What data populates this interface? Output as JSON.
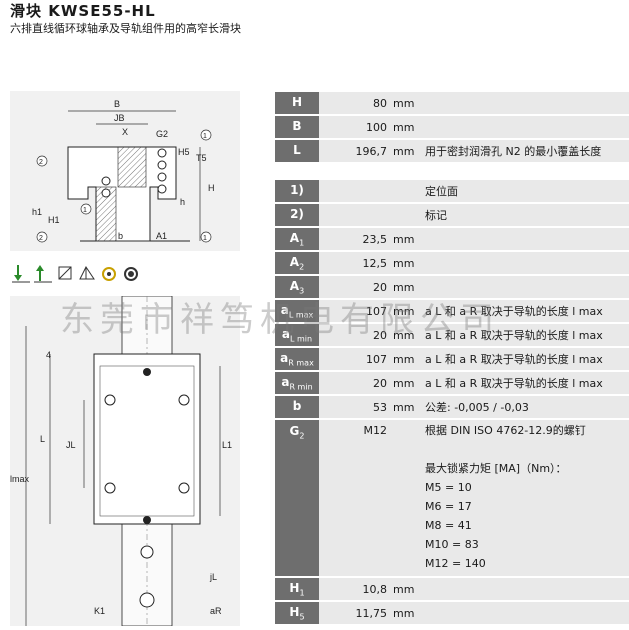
{
  "header": {
    "title": "滑块  KWSE55-HL",
    "subtitle": "六排直线循环球轴承及导轨组件用的高窄长滑块"
  },
  "watermark": "东莞市祥笃机电有限公司",
  "icons": [
    "load-icon",
    "load-reverse-icon",
    "gear-icon",
    "lubrication-icon",
    "seal-icon",
    "bearing-icon"
  ],
  "drawing_top": {
    "labels": [
      "B",
      "JB",
      "X",
      "G2",
      "H5",
      "T5",
      "H",
      "h",
      "h1",
      "H1",
      "A1",
      "b",
      "2",
      "2",
      "1",
      "1",
      "1"
    ]
  },
  "drawing_bottom": {
    "labels": [
      "4",
      "L",
      "JL",
      "L1",
      "lmax",
      "jL",
      "aR",
      "K1"
    ]
  },
  "rows": [
    {
      "sym": "H",
      "sub": "",
      "sub_suffix": "",
      "val": "80",
      "unit": "mm",
      "desc": ""
    },
    {
      "sym": "B",
      "sub": "",
      "sub_suffix": "",
      "val": "100",
      "unit": "mm",
      "desc": ""
    },
    {
      "sym": "L",
      "sub": "",
      "sub_suffix": "",
      "val": "196,7",
      "unit": "mm",
      "desc": "用于密封润滑孔  N2 的最小覆盖长度"
    },
    {
      "spacer": true
    },
    {
      "sym": "1)",
      "sub": "",
      "sub_suffix": "",
      "val": "",
      "unit": "",
      "desc": "定位面"
    },
    {
      "sym": "2)",
      "sub": "",
      "sub_suffix": "",
      "val": "",
      "unit": "",
      "desc": "标记"
    },
    {
      "sym": "A",
      "sub": "1",
      "sub_suffix": "",
      "val": "23,5",
      "unit": "mm",
      "desc": ""
    },
    {
      "sym": "A",
      "sub": "2",
      "sub_suffix": "",
      "val": "12,5",
      "unit": "mm",
      "desc": ""
    },
    {
      "sym": "A",
      "sub": "3",
      "sub_suffix": "",
      "val": "20",
      "unit": "mm",
      "desc": ""
    },
    {
      "sym": "a",
      "sub": "L",
      "sub_suffix": " max",
      "val": "107",
      "unit": "mm",
      "desc": "a L 和  a R 取决于导轨的长度  l max"
    },
    {
      "sym": "a",
      "sub": "L",
      "sub_suffix": " min",
      "val": "20",
      "unit": "mm",
      "desc": "a L 和  a R 取决于导轨的长度  l max"
    },
    {
      "sym": "a",
      "sub": "R",
      "sub_suffix": " max",
      "val": "107",
      "unit": "mm",
      "desc": "a L 和  a R 取决于导轨的长度  l max"
    },
    {
      "sym": "a",
      "sub": "R",
      "sub_suffix": " min",
      "val": "20",
      "unit": "mm",
      "desc": "a L 和  a R 取决于导轨的长度  l max"
    },
    {
      "sym": "b",
      "sub": "",
      "sub_suffix": "",
      "val": "53",
      "unit": "mm",
      "desc": "公差: -0,005 / -0,03"
    }
  ],
  "g2": {
    "sym": "G",
    "sub": "2",
    "val": "M12",
    "lines": [
      "根据  DIN ISO 4762-12.9的螺钉",
      "",
      "最大锁紧力矩  [MA]（Nm）：",
      "M5 = 10",
      "M6 = 17",
      "M8 = 41",
      "M10 = 83",
      "M12 = 140"
    ]
  },
  "rows_after": [
    {
      "sym": "H",
      "sub": "1",
      "sub_suffix": "",
      "val": "10,8",
      "unit": "mm",
      "desc": ""
    },
    {
      "sym": "H",
      "sub": "5",
      "sub_suffix": "",
      "val": "11,75",
      "unit": "mm",
      "desc": ""
    }
  ]
}
